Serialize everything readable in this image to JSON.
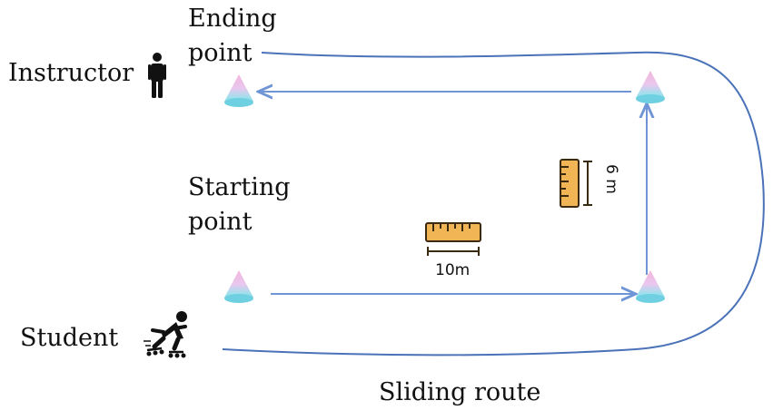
{
  "labels": {
    "instructor": "Instructor",
    "ending_line1": "Ending",
    "ending_line2": "point",
    "starting_line1": "Starting",
    "starting_line2": "point",
    "student": "Student",
    "sliding_route": "Sliding route",
    "distance_horizontal": "10m",
    "distance_vertical": "6 m"
  },
  "colors": {
    "route": "#4a72b8",
    "arrow": "#6f95d6",
    "cone_top": "#ef9fcf",
    "cone_bottom": "#7fd6e6",
    "ruler": "#f2b555",
    "ruler_dark": "#3a2a10",
    "figure": "#111111"
  },
  "icons": {
    "instructor": "person-standing-icon",
    "student": "skater-icon",
    "ruler": "ruler-icon",
    "cone": "cone-icon"
  }
}
